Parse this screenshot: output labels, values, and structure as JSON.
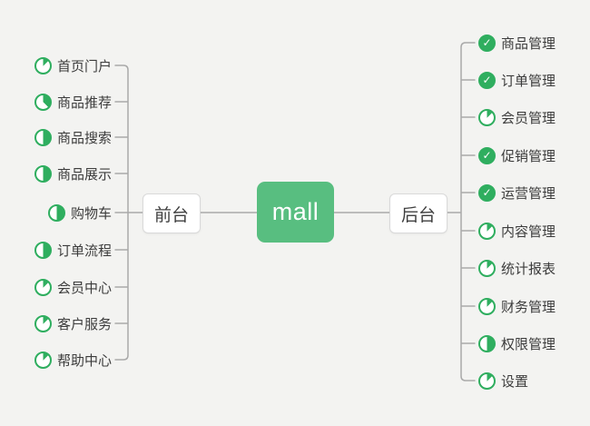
{
  "colors": {
    "background": "#f3f3f1",
    "node_green": "#58be80",
    "icon_green": "#2fae5f",
    "line_gray": "#a9a9a9",
    "box_border": "#d9d9d9",
    "text_dark": "#3c3c3c"
  },
  "icons": {
    "done_glyph": "✓",
    "progress_icon_style": "pie"
  },
  "root": {
    "label": "mall"
  },
  "left_branch": {
    "label": "前台",
    "items": [
      {
        "label": "首页门户",
        "progress": "1/8"
      },
      {
        "label": "商品推荐",
        "progress": "3/8"
      },
      {
        "label": "商品搜索",
        "progress": "1/2"
      },
      {
        "label": "商品展示",
        "progress": "1/2"
      },
      {
        "label": "购物车",
        "progress": "1/2"
      },
      {
        "label": "订单流程",
        "progress": "1/2"
      },
      {
        "label": "会员中心",
        "progress": "1/8"
      },
      {
        "label": "客户服务",
        "progress": "1/8"
      },
      {
        "label": "帮助中心",
        "progress": "1/8"
      }
    ]
  },
  "right_branch": {
    "label": "后台",
    "items": [
      {
        "label": "商品管理",
        "progress": "done"
      },
      {
        "label": "订单管理",
        "progress": "done"
      },
      {
        "label": "会员管理",
        "progress": "1/8"
      },
      {
        "label": "促销管理",
        "progress": "done"
      },
      {
        "label": "运营管理",
        "progress": "done"
      },
      {
        "label": "内容管理",
        "progress": "1/8"
      },
      {
        "label": "统计报表",
        "progress": "1/8"
      },
      {
        "label": "财务管理",
        "progress": "1/8"
      },
      {
        "label": "权限管理",
        "progress": "1/2"
      },
      {
        "label": "设置",
        "progress": "1/8"
      }
    ]
  }
}
